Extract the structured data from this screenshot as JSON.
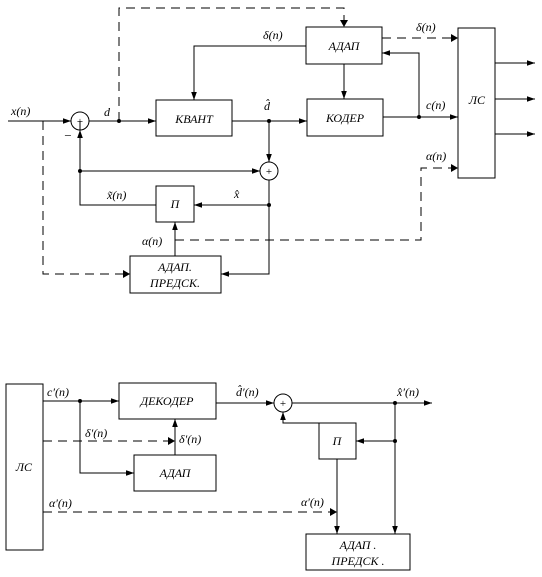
{
  "encoder": {
    "blocks": {
      "adap": "АДАП",
      "kvant": "КВАНТ",
      "koder": "КОДЕР",
      "ls": "ЛС",
      "p": "П",
      "adap_predsk_line1": "АДАП.",
      "adap_predsk_line2": "ПРЕДСК."
    },
    "signals": {
      "x_n": "x(n)",
      "d": "d",
      "d_hat": "d̂",
      "delta_top": "δ(n)",
      "delta_out": "δ(n)",
      "c_n": "c(n)",
      "alpha_ls": "α(n)",
      "alpha_p": "α(n)",
      "x_tilde": "x̃(n)",
      "x_hat": "x̂"
    },
    "sum_symbols": {
      "sum1": "+",
      "sum2": "+",
      "minus": "−"
    }
  },
  "decoder": {
    "blocks": {
      "ls": "ЛС",
      "dekoder": "ДЕКОДЕР",
      "adap": "АДАП",
      "p": "П",
      "adap_predsk_line1": "АДАП .",
      "adap_predsk_line2": "ПРЕДСК ."
    },
    "signals": {
      "c_prime": "c′(n)",
      "delta_prime_1": "δ′(n)",
      "delta_prime_2": "δ′(n)",
      "d_prime": "d̂′(n)",
      "x_prime": "x̂′(n)",
      "alpha_prime_1": "α′(n)",
      "alpha_prime_2": "α′(n)"
    },
    "sum_symbols": {
      "sum": "+"
    }
  }
}
